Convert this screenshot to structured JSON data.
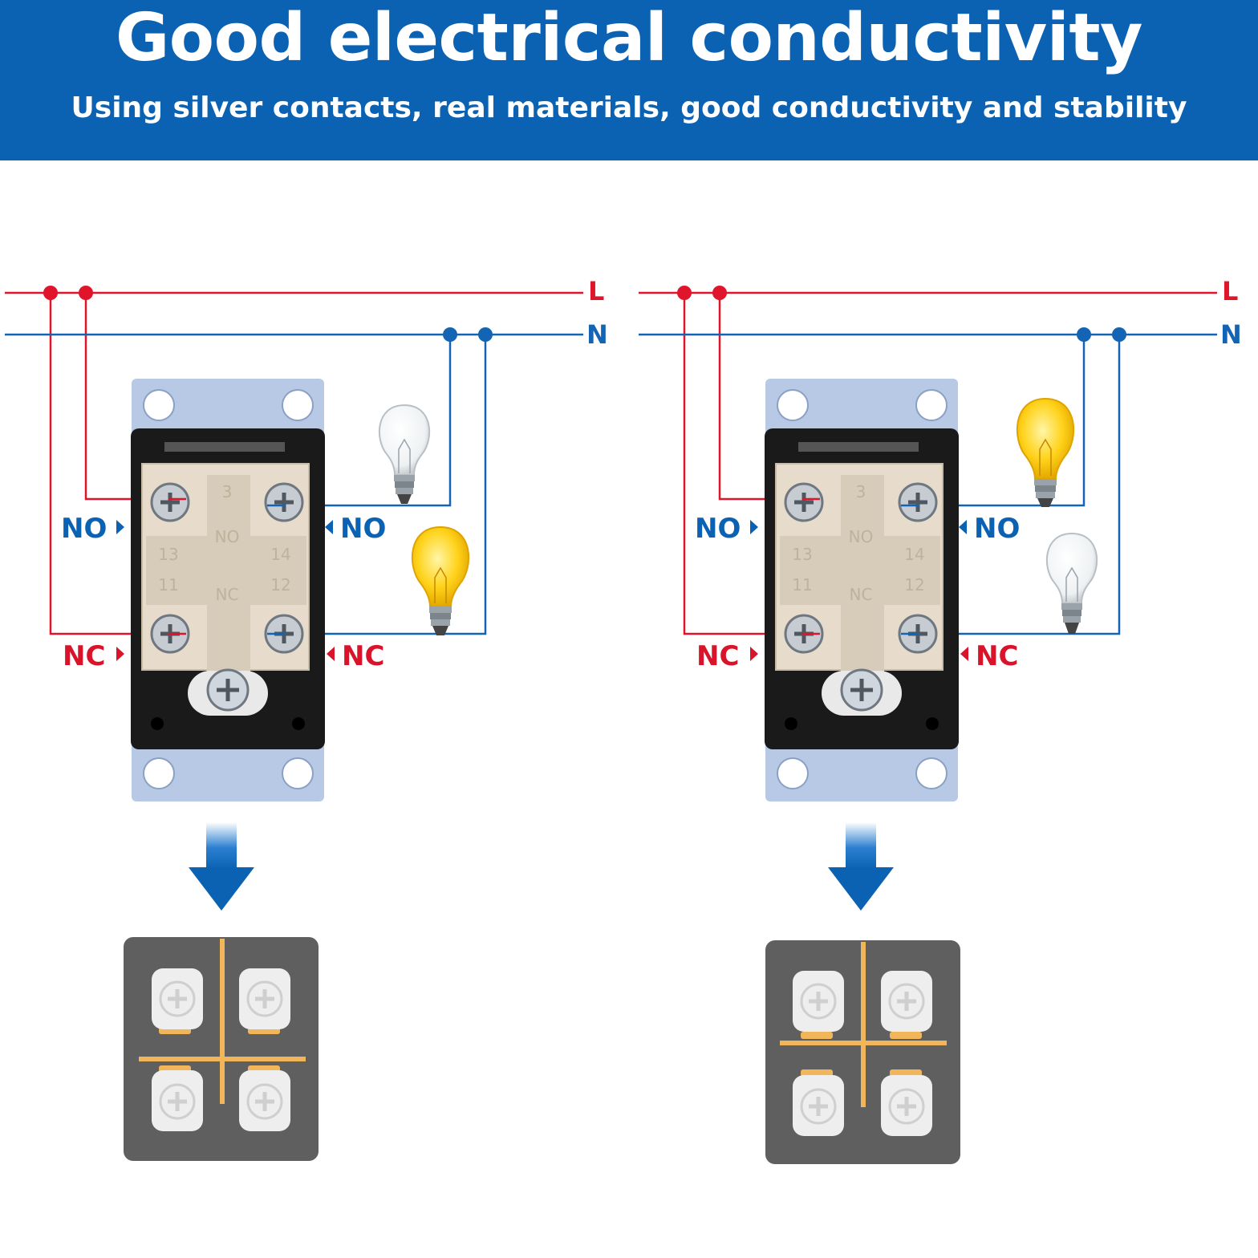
{
  "header": {
    "title": "Good electrical conductivity",
    "subtitle": "Using silver contacts, real materials, good conductivity and stability"
  },
  "colors": {
    "banner": "#0b62b3",
    "live_wire": "#e0142a",
    "neutral_wire": "#1464b4",
    "no_label": "#0b62b3",
    "nc_label": "#d9142a",
    "lamp_lit": "#ffd21a",
    "contact_bar": "#f2b65a"
  },
  "wires": {
    "live_label": "L",
    "neutral_label": "N"
  },
  "terminals": {
    "no_label": "NO",
    "nc_label": "NC"
  },
  "switch_markings": {
    "top": "3",
    "no": "NO",
    "nc": "NC",
    "t13": "13",
    "t14": "14",
    "t11": "11",
    "t12": "12"
  },
  "panels": [
    {
      "name": "left-state",
      "no_lamp": "off",
      "nc_lamp": "on",
      "contact_state": "nc-closed"
    },
    {
      "name": "right-state",
      "no_lamp": "on",
      "nc_lamp": "off",
      "contact_state": "no-closed"
    }
  ]
}
